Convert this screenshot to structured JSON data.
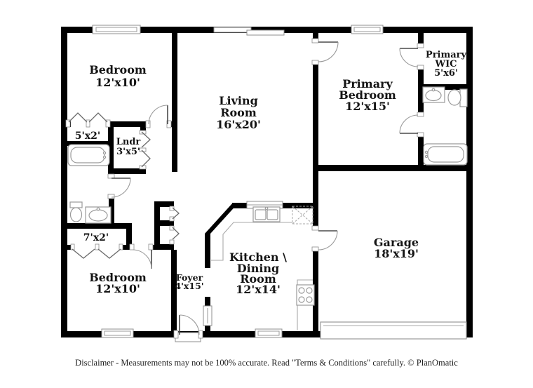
{
  "rooms": {
    "bedroom_top": {
      "lines": [
        "Bedroom",
        "12'x10'"
      ]
    },
    "living": {
      "lines": [
        "Living",
        "Room",
        "16'x20'"
      ]
    },
    "primary_bedroom": {
      "lines": [
        "Primary",
        "Bedroom",
        "12'x15'"
      ]
    },
    "primary_wic": {
      "lines": [
        "Primary",
        "WIC",
        "5'x6'"
      ]
    },
    "closet_5x2": {
      "lines": [
        "5'x2'"
      ]
    },
    "laundry": {
      "lines": [
        "Lndr",
        "3'x5'"
      ]
    },
    "closet_7x2": {
      "lines": [
        "7'x2'"
      ]
    },
    "bedroom_bottom": {
      "lines": [
        "Bedroom",
        "12'x10'"
      ]
    },
    "foyer": {
      "lines": [
        "Foyer",
        "4'x15'"
      ]
    },
    "kitchen": {
      "lines": [
        "Kitchen \\",
        "Dining",
        "Room",
        "12'x14'"
      ]
    },
    "garage": {
      "lines": [
        "Garage",
        "18'x19'"
      ]
    }
  },
  "fixtures": [
    "bathtub",
    "toilet",
    "sink-vanity",
    "double-kitchen-sink",
    "stove",
    "refrigerator-dashed-box",
    "garage-door",
    "sliding-glass-door",
    "window",
    "bifold-closet-doors",
    "door-swing"
  ],
  "colors": {
    "wall": "#000000",
    "fixture_stroke": "#9a9a9a",
    "background": "#ffffff",
    "text": "#141414"
  },
  "footer": {
    "disclaimer": "Disclaimer - Measurements may not be 100% accurate. Read \"Terms & Conditions\" carefully. © PlanOmatic"
  }
}
